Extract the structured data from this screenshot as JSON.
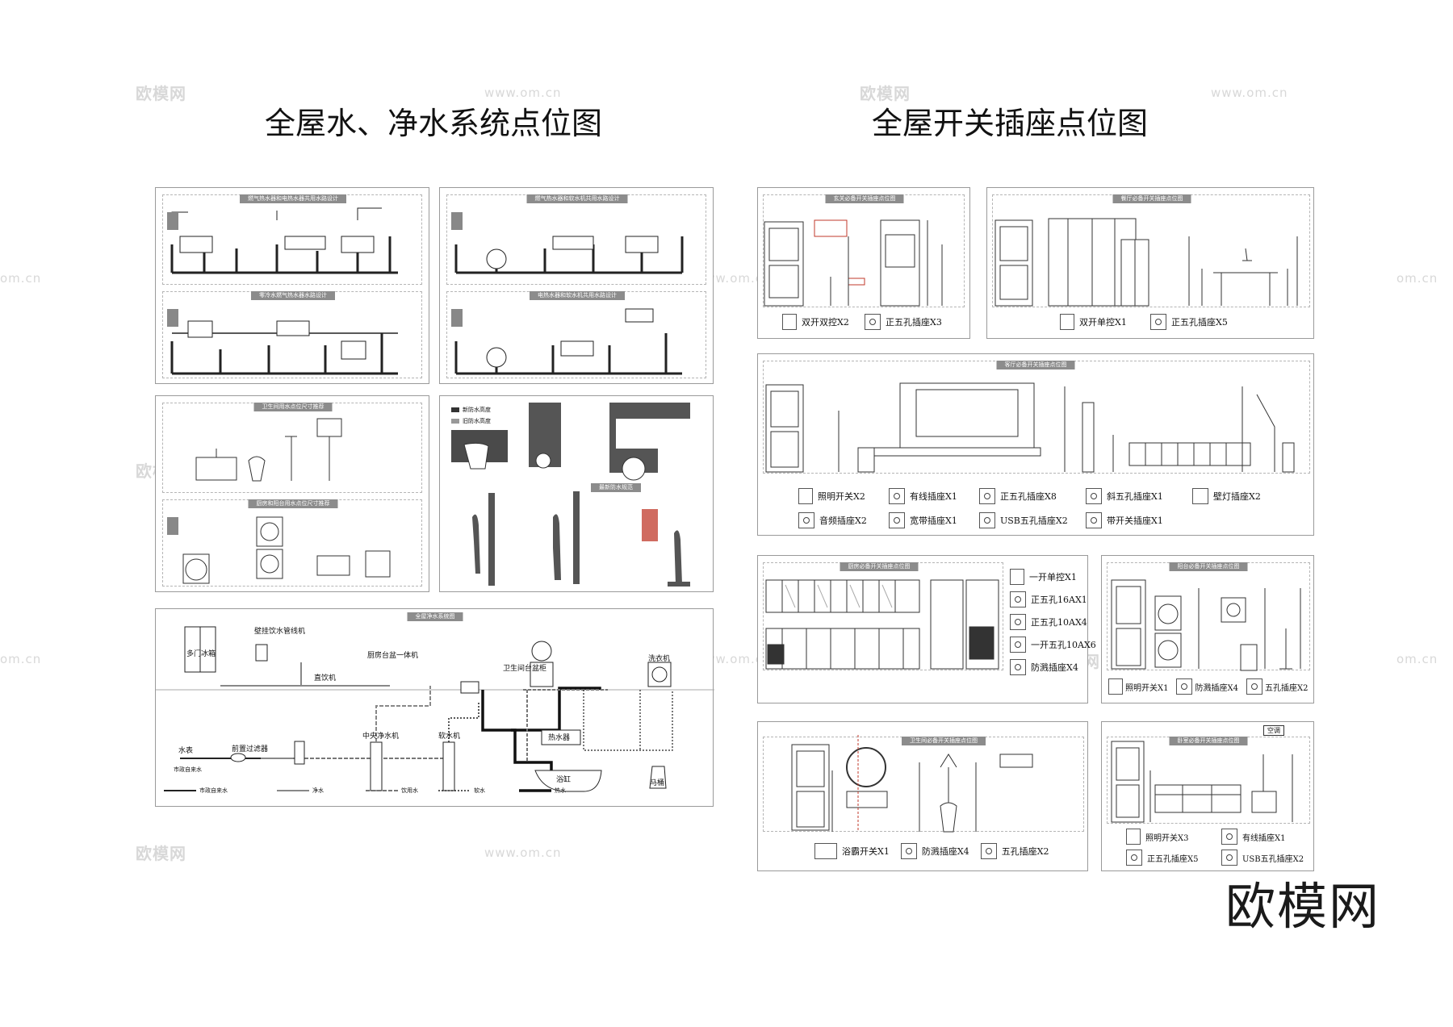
{
  "titles": {
    "left": "全屋水、净水系统点位图",
    "right": "全屋开关插座点位图"
  },
  "watermarks": {
    "brand": "欧模网",
    "site": "www.om.cn",
    "edge": "om.cn"
  },
  "brand_logo": "欧模网",
  "water": {
    "panel1_titles": [
      "燃气热水器和电热水器共用水路设计",
      "零冷水燃气热水器水路设计"
    ],
    "panel2_titles": [
      "燃气热水器和软水机共用水路设计",
      "电热水器和软水机共用水路设计"
    ],
    "panel3_titles": [
      "卫生间用水点位尺寸推荐",
      "厨房和阳台用水点位尺寸推荐"
    ],
    "panel4_legend": [
      "新防水高度",
      "旧防水高度"
    ],
    "panel4_title": "最新防水规范",
    "system_title": "全屋净水系统图",
    "system_labels": {
      "fridge": "多门冰箱",
      "wall_dispenser": "壁挂饮水管线机",
      "direct_drink": "直饮机",
      "kitchen_unit": "厨房台盆一体机",
      "bath_cabinet": "卫生间台盆柜",
      "washer": "洗衣机",
      "heater": "热水器",
      "meter": "水表",
      "city_water": "市政自来水",
      "pre_filter": "前置过滤器",
      "central_purifier": "中央净水机",
      "softener": "软水机",
      "bathtub": "浴缸",
      "toilet": "马桶"
    },
    "system_legend": [
      "市政自来水",
      "净水",
      "饮用水",
      "软水",
      "热水"
    ]
  },
  "electric": {
    "entry": {
      "title": "玄关必备开关插座点位图",
      "legend": [
        "双开双控X2",
        "正五孔插座X3"
      ]
    },
    "dining": {
      "title": "餐厅必备开关插座点位图",
      "legend": [
        "双开单控X1",
        "正五孔插座X5"
      ]
    },
    "living": {
      "title": "客厅必备开关插座点位图",
      "legend_row1": [
        "照明开关X2",
        "有线插座X1",
        "正五孔插座X8",
        "斜五孔插座X1",
        "壁灯插座X2"
      ],
      "legend_row2": [
        "音频插座X2",
        "宽带插座X1",
        "USB五孔插座X2",
        "带开关插座X1"
      ]
    },
    "kitchen": {
      "title": "厨房必备开关插座点位图",
      "legend": [
        "一开单控X1",
        "正五孔16AX1",
        "正五孔10AX4",
        "一开五孔10AX6",
        "防溅插座X4"
      ]
    },
    "balcony": {
      "title": "阳台必备开关插座点位图",
      "legend": [
        "照明开关X1",
        "防溅插座X4",
        "五孔插座X2"
      ]
    },
    "bathroom": {
      "title": "卫生间必备开关插座点位图",
      "legend": [
        "浴霸开关X1",
        "防溅插座X4",
        "五孔插座X2"
      ]
    },
    "bedroom": {
      "title": "卧室必备开关插座点位图",
      "badge": "空调",
      "legend_row1": [
        "照明开关X3",
        "有线插座X1"
      ],
      "legend_row2": [
        "正五孔插座X5",
        "USB五孔插座X2"
      ]
    }
  }
}
